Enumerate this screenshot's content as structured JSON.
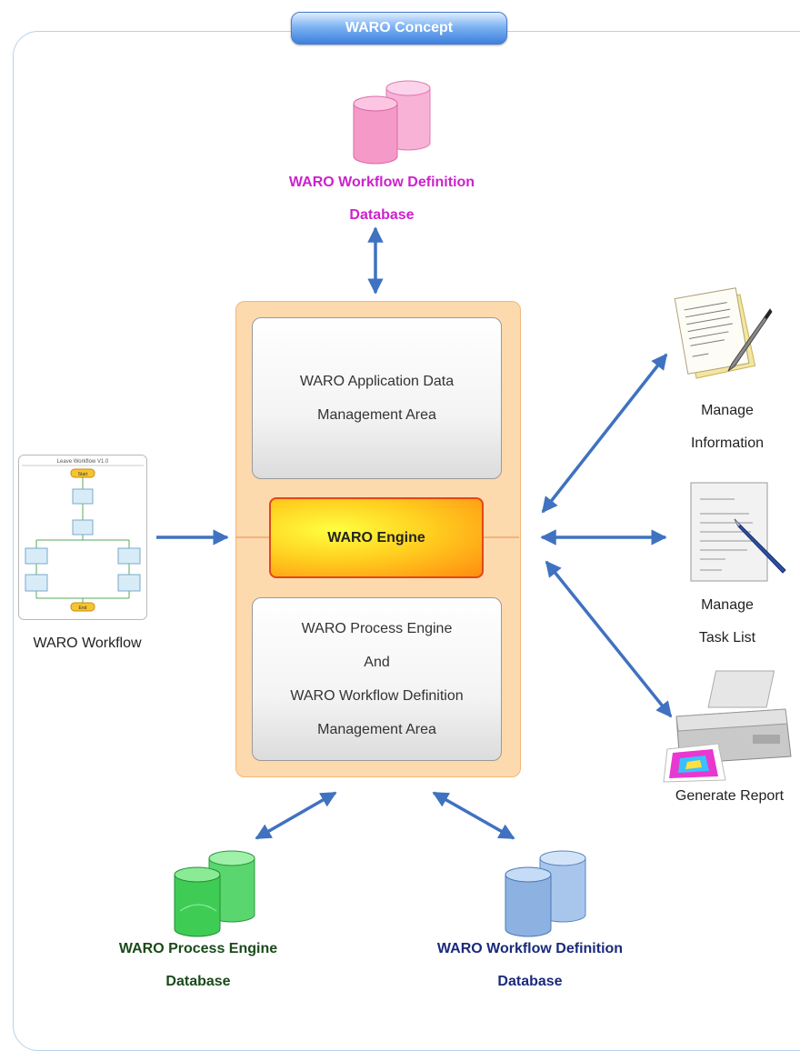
{
  "title": "WARO Concept",
  "nodes": {
    "workflow_def_db": {
      "line1": "WARO Workflow Definition",
      "line2": "Database",
      "color": "#cc22cc"
    },
    "app_data_area": {
      "line1": "WARO Application Data",
      "line2": "Management Area"
    },
    "engine": {
      "label": "WARO Engine"
    },
    "process_area": {
      "line1": "WARO Process Engine",
      "line2": "And",
      "line3": "WARO Workflow Definition",
      "line4": "Management Area"
    },
    "workflow": {
      "label": "WARO Workflow"
    },
    "manage_info": {
      "line1": "Manage",
      "line2": "Information"
    },
    "manage_tasks": {
      "line1": "Manage",
      "line2": "Task List"
    },
    "report": {
      "label": "Generate Report"
    },
    "process_db": {
      "line1": "WARO Process Engine",
      "line2": "Database",
      "color": "#1a4a1a"
    },
    "workflow_def_db2": {
      "line1": "WARO Workflow Definition",
      "line2": "Database",
      "color": "#1a2a7a"
    }
  },
  "thumbnail": {
    "title": "Leave Workflow V1.0",
    "start": "Start",
    "end": "End"
  },
  "colors": {
    "arrow": "#3f72c0",
    "db_pink": "#f7a6cf",
    "db_green": "#3fd05a",
    "db_blue": "#8db2e2"
  }
}
